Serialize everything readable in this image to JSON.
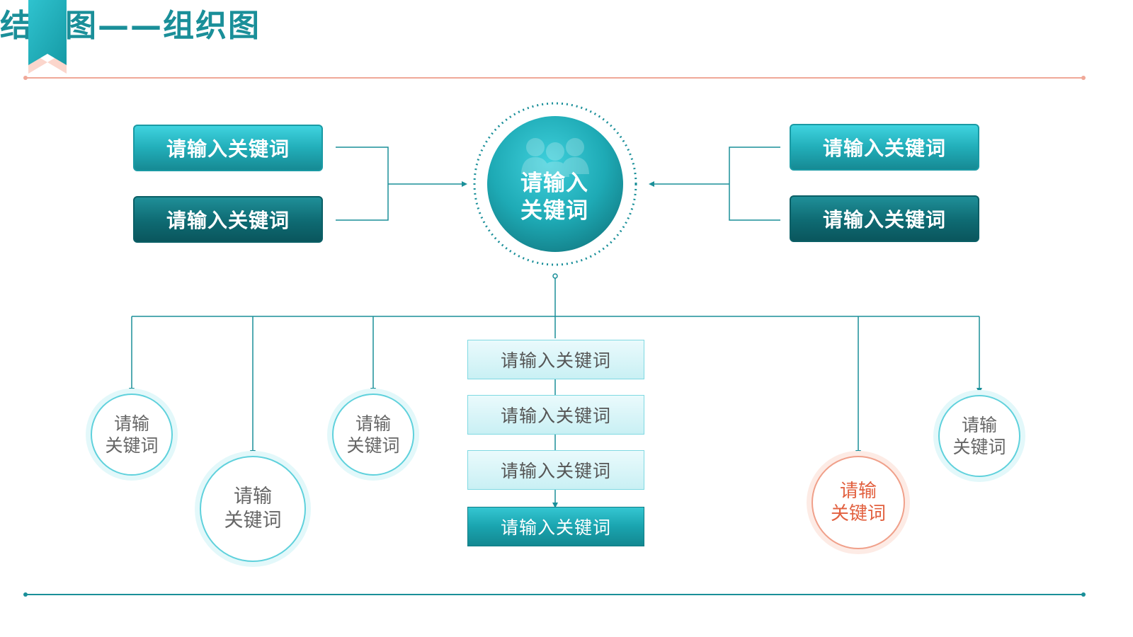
{
  "title": "结构图——组织图",
  "center": {
    "line1": "请输入",
    "line2": "关键词",
    "icon": "people-group-icon"
  },
  "top_left": [
    "请输入关键词",
    "请输入关键词"
  ],
  "top_right": [
    "请输入关键词",
    "请输入关键词"
  ],
  "stack": [
    "请输入关键词",
    "请输入关键词",
    "请输入关键词",
    "请输入关键词"
  ],
  "circles": [
    {
      "line1": "请输",
      "line2": "关键词"
    },
    {
      "line1": "请输",
      "line2": "关键词"
    },
    {
      "line1": "请输",
      "line2": "关键词"
    },
    {
      "line1": "请输",
      "line2": "关键词"
    },
    {
      "line1": "请输",
      "line2": "关键词"
    }
  ],
  "colors": {
    "teal": "#1a9aa4",
    "dark_teal": "#0b5f66",
    "accent": "#e2603f",
    "rule": "#f0a898"
  }
}
